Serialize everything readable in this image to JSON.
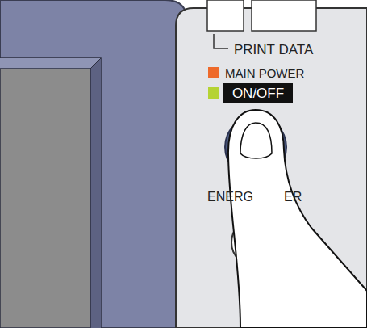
{
  "diagram": {
    "nodes": [
      {
        "text": [
          "ON/OFF"
        ]
      }
    ],
    "labels": [
      "PRINT DATA",
      "MAIN POWER",
      "ENERG",
      "ER"
    ]
  }
}
